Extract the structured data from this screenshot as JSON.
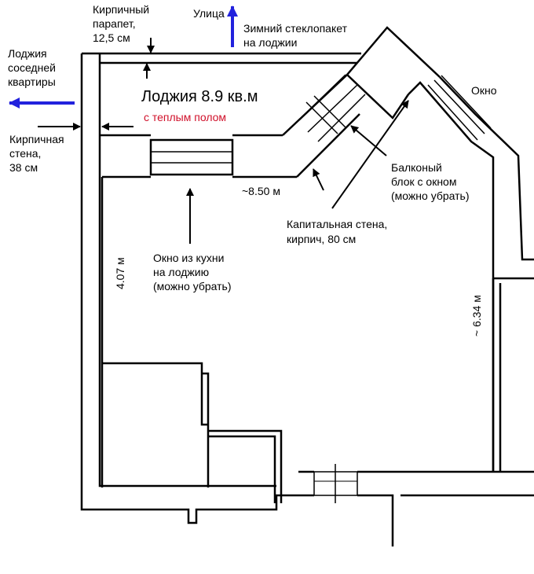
{
  "colors": {
    "line": "#000000",
    "accent_arrow": "#2222dd",
    "highlight_text": "#d0102a",
    "background": "#ffffff"
  },
  "labels": {
    "parapet": [
      "Кирпичный",
      "парапет,",
      "12,5 см"
    ],
    "street": "Улица",
    "winter_glazing": [
      "Зимний стеклопакет",
      "на лоджии"
    ],
    "neighbor_loggia": [
      "Лоджия",
      "соседней",
      "квартиры"
    ],
    "loggia_title": "Лоджия 8.9 кв.м",
    "loggia_subtitle": "с теплым полом",
    "window": "Окно",
    "brick_wall": [
      "Кирпичная",
      "стена,",
      "38 см"
    ],
    "balcony_block": [
      "Балконый",
      "блок с окном",
      "(можно убрать)"
    ],
    "capital_wall": [
      "Капитальная стена,",
      "кирпич, 80 см"
    ],
    "kitchen_window": [
      "Окно из кухни",
      "на лоджию",
      "(можно убрать)"
    ]
  },
  "dimensions": {
    "loggia_width": "~8.50 м",
    "left_wall_length": "4.07 м",
    "right_wall_length": "~ 6.34 м"
  }
}
